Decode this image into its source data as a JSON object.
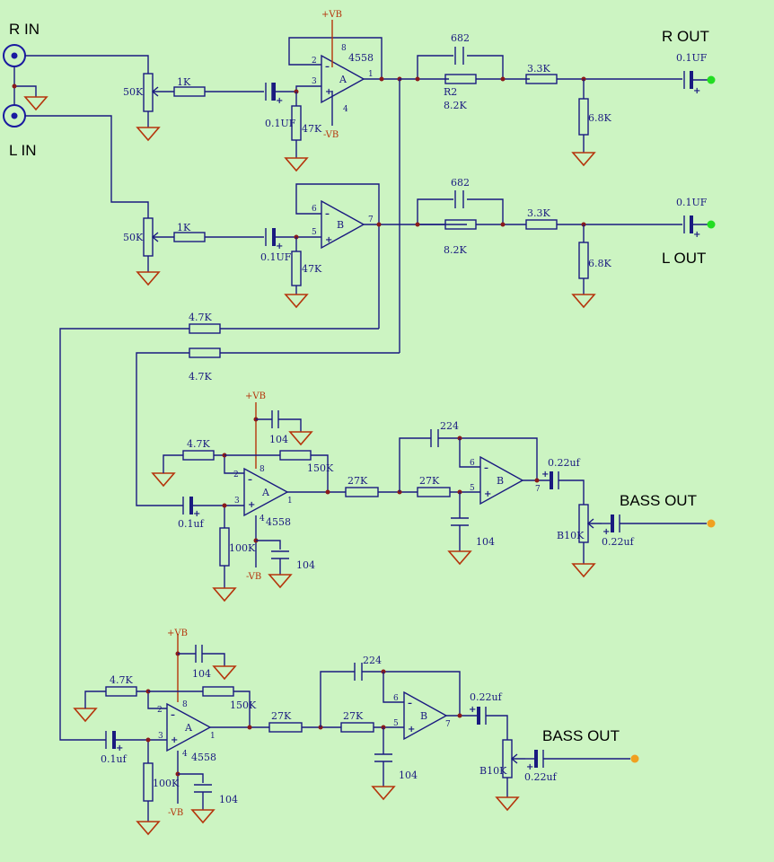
{
  "colors": {
    "background": "#ccf4c2",
    "wire": "#1a1a80",
    "ground": "#b5350c",
    "junction": "#8b1a1a",
    "connector": "#1a1aa0",
    "out_green": "#22dd22",
    "out_orange": "#f0a020"
  },
  "connectors": {
    "r_in": "R IN",
    "l_in": "L IN",
    "r_out": "R OUT",
    "l_out": "L OUT",
    "bass_out_1": "BASS OUT",
    "bass_out_2": "BASS OUT"
  },
  "supply": {
    "pos": "+VB",
    "neg": "-VB"
  },
  "top": {
    "opamp_a": {
      "label": "A",
      "chip": "4558",
      "pins": [
        "2",
        "3",
        "1",
        "8",
        "4"
      ]
    },
    "opamp_b": {
      "label": "B",
      "pins": [
        "6",
        "5",
        "7"
      ]
    },
    "r_pot": "50K",
    "r_series": "1K",
    "r_cap": "0.1UF",
    "r_shunt": "47K",
    "l_pot": "50K",
    "l_series": "1K",
    "l_cap": "0.1UF",
    "l_shunt": "47K",
    "r_fb_cap": "682",
    "r_fb_res_name": "R2",
    "r_fb_res": "8.2K",
    "r_out_res": "3.3K",
    "r_out_shunt": "6.8K",
    "r_out_cap": "0.1UF",
    "l_fb_cap": "682",
    "l_fb_res": "8.2K",
    "l_out_res": "3.3K",
    "l_out_shunt": "6.8K",
    "l_out_cap": "0.1UF"
  },
  "mix": {
    "res_l": "4.7K",
    "res_r": "4.7K"
  },
  "bass1": {
    "opamp_a": {
      "label": "A",
      "chip": "4558",
      "pins": [
        "2",
        "3",
        "1",
        "8",
        "4"
      ]
    },
    "opamp_b": {
      "label": "B",
      "pins": [
        "6",
        "5",
        "7"
      ]
    },
    "res_in": "4.7K",
    "res_fb": "150K",
    "cap_in": "0.1uf",
    "res_bias": "100K",
    "cap_pos": "104",
    "cap_neg": "104",
    "res_f1": "27K",
    "res_f2": "27K",
    "cap_fb": "224",
    "cap_gnd": "104",
    "cap_out": "0.22uf",
    "pot": "B10K",
    "cap_final": "0.22uf"
  },
  "bass2": {
    "opamp_a": {
      "label": "A",
      "chip": "4558",
      "pins": [
        "2",
        "3",
        "1",
        "8",
        "4"
      ]
    },
    "opamp_b": {
      "label": "B",
      "pins": [
        "6",
        "5",
        "7"
      ]
    },
    "res_in": "4.7K",
    "res_fb": "150K",
    "cap_in": "0.1uf",
    "res_bias": "100K",
    "cap_pos": "104",
    "cap_neg": "104",
    "res_f1": "27K",
    "res_f2": "27K",
    "cap_fb": "224",
    "cap_gnd": "104",
    "cap_out": "0.22uf",
    "pot": "B10K",
    "cap_final": "0.22uf"
  }
}
